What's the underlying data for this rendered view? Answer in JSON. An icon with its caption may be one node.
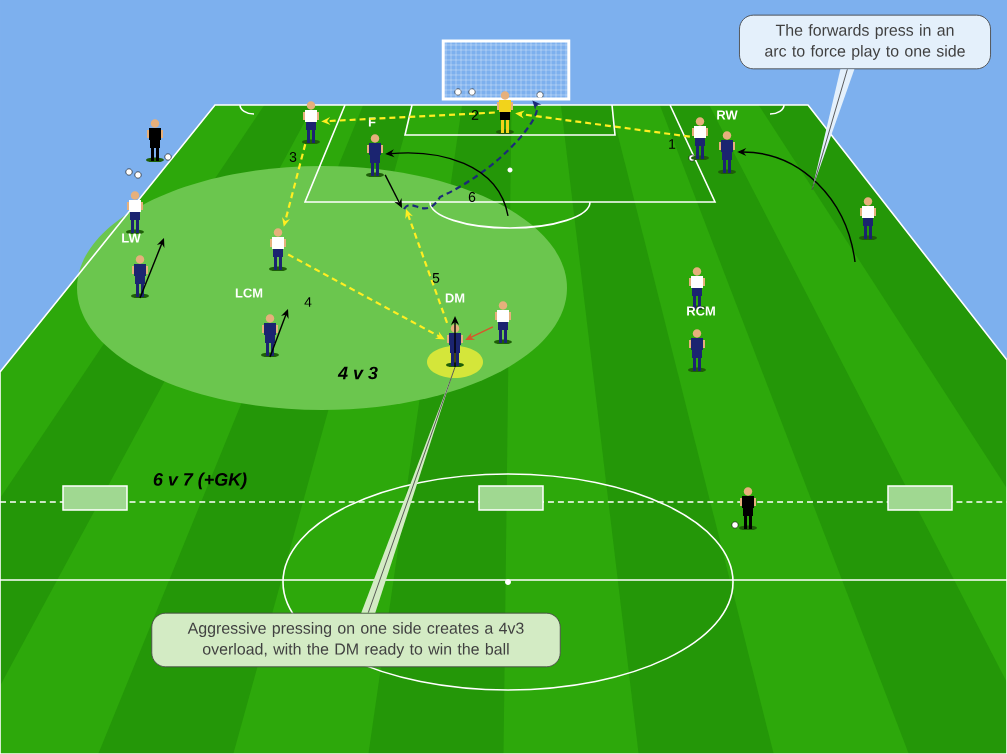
{
  "diagram": {
    "nodes": [
      {
        "text": [
          "The forwards press in an arc to force play to one side"
        ]
      },
      {
        "text": [
          "Aggressive pressing on one side creates a 4v3 overload, with the DM ready to win the ball"
        ]
      },
      {
        "text": [],
        "shape": "goal"
      },
      {
        "text": [],
        "shape": "person"
      },
      {
        "text": [],
        "shape": "person"
      },
      {
        "text": [
          "F"
        ]
      },
      {
        "text": [
          "RW"
        ]
      },
      {
        "text": [],
        "shape": "person"
      },
      {
        "text": [],
        "shape": "person"
      },
      {
        "text": [],
        "shape": "person"
      },
      {
        "text": [
          "LW"
        ]
      },
      {
        "text": [],
        "shape": "person"
      },
      {
        "text": [
          "LCM"
        ]
      },
      {
        "text": [],
        "shape": "person"
      },
      {
        "text": [
          "DM"
        ]
      },
      {
        "text": [],
        "shape": "person"
      },
      {
        "text": [
          "RCM"
        ]
      },
      {
        "text": [],
        "shape": "person"
      },
      {
        "text": [],
        "shape": "person"
      }
    ],
    "edges": [
      {
        "from": 6,
        "to": 3,
        "arrow": "to",
        "label": "1",
        "style": "dashed",
        "color": "#ffee22"
      },
      {
        "from": 3,
        "to": 4,
        "arrow": "to",
        "label": "2",
        "style": "dashed",
        "color": "#ffee22"
      },
      {
        "from": 4,
        "to": 12,
        "arrow": "to",
        "label": "3",
        "style": "dashed",
        "color": "#ffee22"
      },
      {
        "from": 12,
        "to": 14,
        "arrow": "to",
        "label": "4",
        "style": "dashed",
        "color": "#ffee22"
      },
      {
        "from": 14,
        "to": null,
        "arrow": "to",
        "label": "5",
        "style": "dashed",
        "color": "#ffee22"
      },
      {
        "from": null,
        "to": 2,
        "arrow": "to",
        "label": "6",
        "style": "dashed",
        "color": "#1c2a78"
      },
      {
        "from": 5,
        "to": null,
        "arrow": "to"
      },
      {
        "from": null,
        "to": 5,
        "arrow": "to"
      },
      {
        "from": null,
        "to": 7,
        "arrow": "to"
      },
      {
        "from": 11,
        "to": null,
        "arrow": "to"
      },
      {
        "from": 13,
        "to": null,
        "arrow": "to"
      },
      {
        "from": 14,
        "to": null,
        "arrow": "to"
      },
      {
        "from": 15,
        "to": 14,
        "arrow": "to",
        "color": "#d9552b"
      },
      {
        "from": 0,
        "to": null,
        "arrow": "none"
      },
      {
        "from": 1,
        "to": 14,
        "arrow": "none"
      }
    ],
    "labels": [
      "4 v 3",
      "6 v 7 (+GK)"
    ]
  }
}
